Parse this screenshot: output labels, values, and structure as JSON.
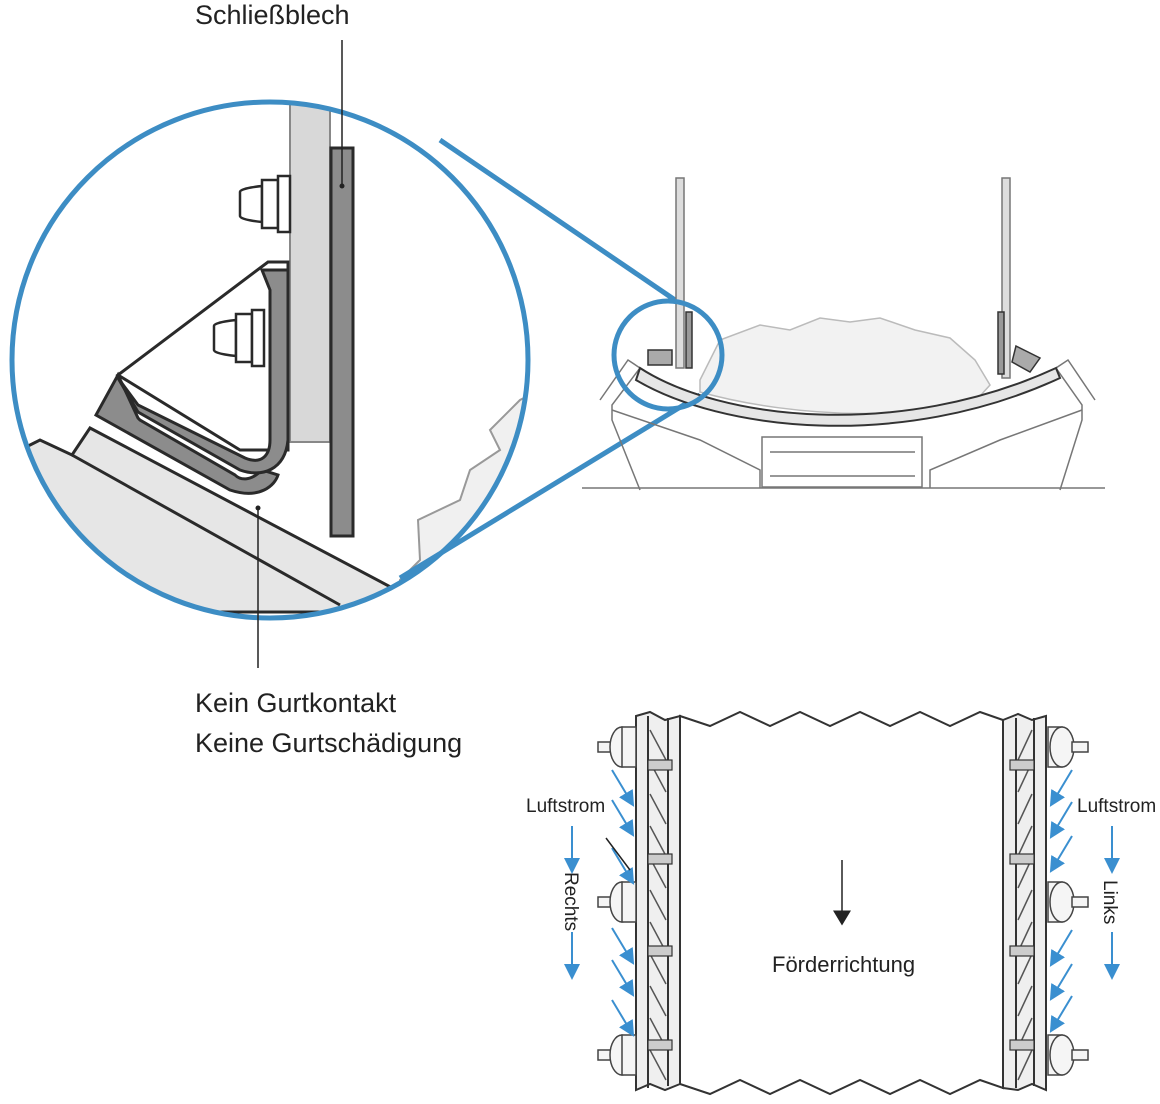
{
  "labels": {
    "skirt_plate": "Schließblech",
    "no_contact_line1": "Kein Gurtkontakt",
    "no_contact_line2": "Keine Gurtschädigung",
    "airflow_left": "Luftstrom",
    "airflow_right": "Luftstrom",
    "right": "Rechts",
    "left": "Links",
    "conveying_direction": "Förderrichtung"
  },
  "colors": {
    "accent_blue": "#3d8dc4",
    "arrow_blue": "#3a8fd0",
    "steel_dark": "#8c8c8c",
    "steel_light": "#d8d8d8",
    "outline": "#2a2a2a",
    "belt_fill": "#e6e6e6",
    "material_fill": "#f2f2f2"
  },
  "icons": {
    "nut": "hex-nut-icon",
    "arrow": "arrow-down-icon",
    "roller": "idler-roller-icon"
  }
}
